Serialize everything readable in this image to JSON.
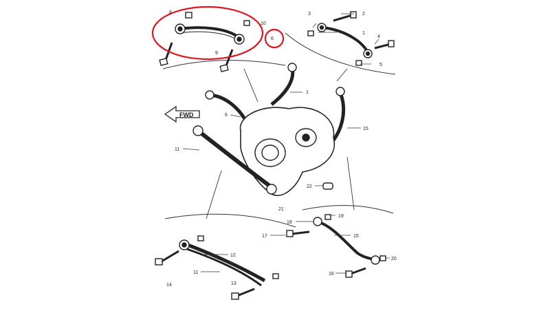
{
  "diagram": {
    "fwd_label": "FWD",
    "highlight_color": "#e0141e",
    "line_color": "#222222",
    "callouts": {
      "c1a": "1",
      "c2": "2",
      "c3": "3",
      "c4": "4",
      "c5": "5",
      "c1b": "1",
      "c6a": "6",
      "c6b": "6",
      "c8": "8",
      "c9": "9",
      "c10": "10",
      "c11a": "11",
      "c15a": "15",
      "c22": "22",
      "c21": "21",
      "c18": "18",
      "c19": "19",
      "c17": "17",
      "c15b": "15",
      "c20": "20",
      "c16": "16",
      "c12": "12",
      "c11b": "11",
      "c13": "13",
      "c14": "14"
    }
  }
}
